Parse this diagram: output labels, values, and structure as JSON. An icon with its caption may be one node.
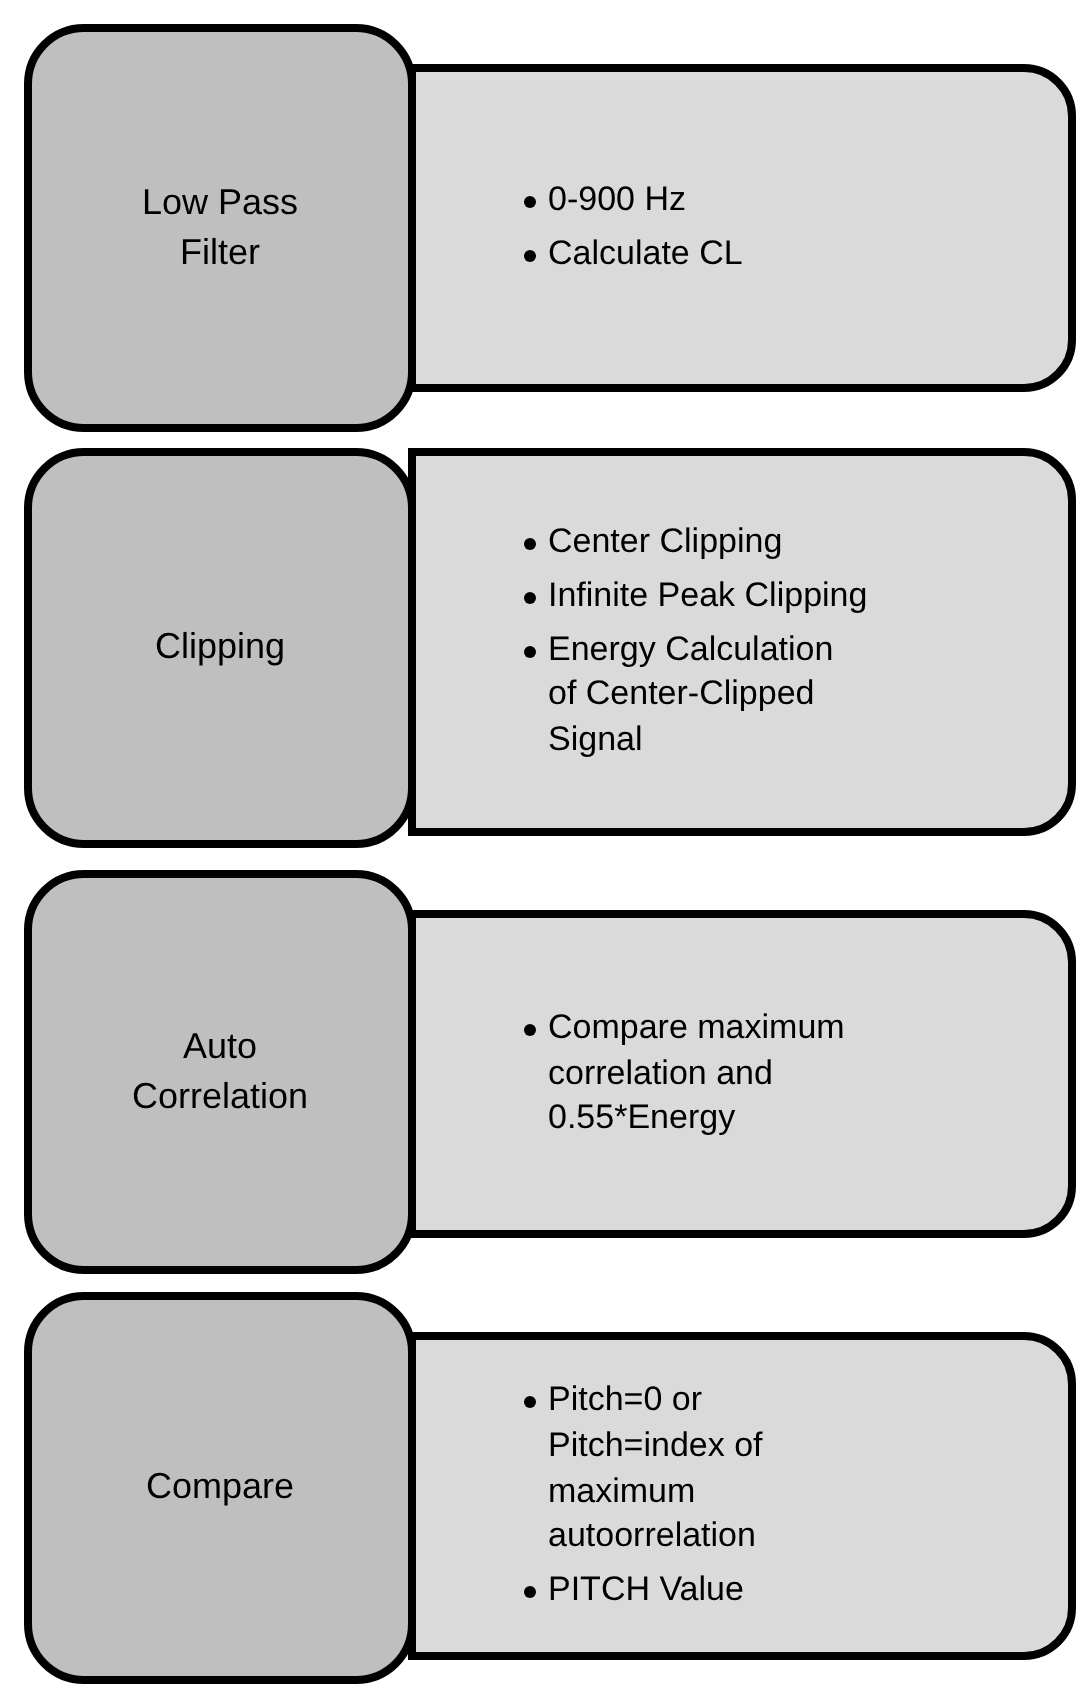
{
  "diagram": {
    "nodes": [
      {
        "text": [
          "Low Pass Filter"
        ]
      },
      {
        "text": [
          "0-900 Hz",
          "Calculate CL"
        ]
      },
      {
        "text": [
          "Clipping"
        ]
      },
      {
        "text": [
          "Center Clipping",
          "Infinite Peak Clipping",
          "Energy Calculation of Center-Clipped Signal"
        ]
      },
      {
        "text": [
          "Auto Correlation"
        ]
      },
      {
        "text": [
          "Compare maximum correlation and 0.55*Energy"
        ]
      },
      {
        "text": [
          "Compare"
        ]
      },
      {
        "text": [
          "Pitch=0 or Pitch=index of maximum autoorrelation",
          "PITCH Value"
        ]
      }
    ]
  }
}
